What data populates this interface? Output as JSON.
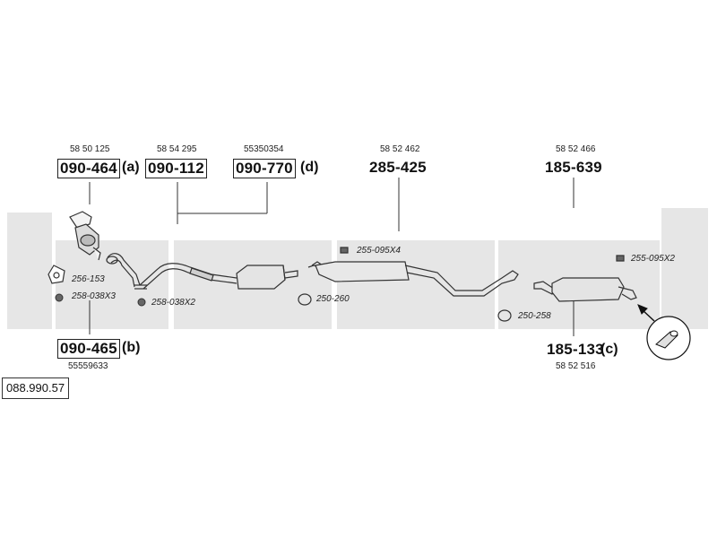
{
  "diagram_id": "088.990.57",
  "parts": [
    {
      "ref": "58 50 125",
      "number": "090-464",
      "suffix": "(a)"
    },
    {
      "ref": "58 54 295",
      "number": "090-112",
      "suffix": ""
    },
    {
      "ref": "55350354",
      "number": "090-770",
      "suffix": "(d)"
    },
    {
      "ref": "58 52 462",
      "number": "285-425",
      "suffix": ""
    },
    {
      "ref": "58 52 466",
      "number": "185-639",
      "suffix": ""
    },
    {
      "ref": "55559633",
      "number": "090-465",
      "suffix": "(b)"
    },
    {
      "ref": "58 52 516",
      "number": "185-133",
      "suffix": "(c)"
    }
  ],
  "fittings": [
    {
      "code": "256-153"
    },
    {
      "code": "258-038X3"
    },
    {
      "code": "258-038X2"
    },
    {
      "code": "250-260"
    },
    {
      "code": "255-095X4"
    },
    {
      "code": "250-258"
    },
    {
      "code": "255-095X2"
    }
  ]
}
